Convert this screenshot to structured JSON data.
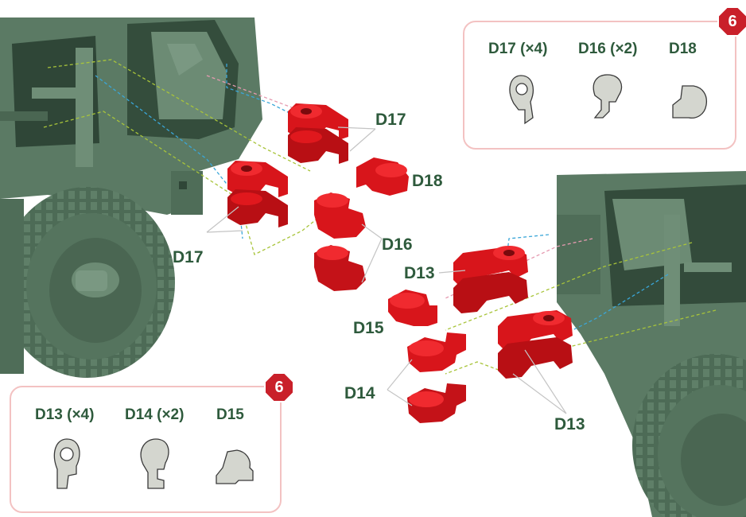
{
  "callouts": {
    "d17_top": "D17",
    "d18": "D18",
    "d17_left": "D17",
    "d16": "D16",
    "d13_upper": "D13",
    "d15": "D15",
    "d14": "D14",
    "d13_lower": "D13"
  },
  "panel_top": {
    "step": "6",
    "items": [
      {
        "label": "D17 (×4)",
        "icon": "d17-part-icon"
      },
      {
        "label": "D16 (×2)",
        "icon": "d16-part-icon"
      },
      {
        "label": "D18",
        "icon": "d18-part-icon"
      }
    ]
  },
  "panel_bottom": {
    "step": "6",
    "items": [
      {
        "label": "D13 (×4)",
        "icon": "d13-part-icon"
      },
      {
        "label": "D14 (×2)",
        "icon": "d14-part-icon"
      },
      {
        "label": "D15",
        "icon": "d15-part-icon"
      }
    ]
  },
  "colors": {
    "vehicle": "#5b7a64",
    "vehicle_dark": "#3f5a47",
    "part_red": "#d8151b",
    "label_green": "#2e5a3c",
    "panel_border": "#f3c2c2",
    "badge_red": "#c9202a",
    "guide_blue": "#3aa6d8",
    "guide_green": "#a8c43a",
    "guide_pink": "#e59ab0"
  }
}
